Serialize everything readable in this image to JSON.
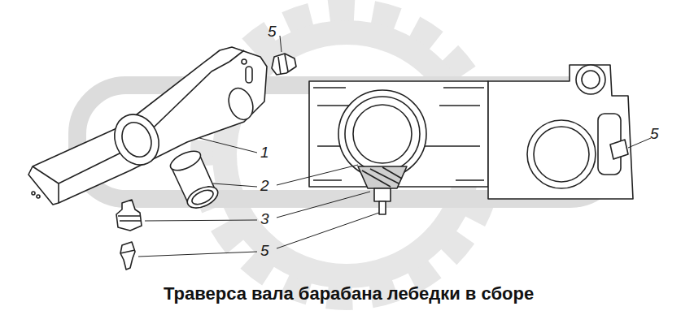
{
  "diagram": {
    "caption": "Траверса вала барабана лебедки в сборе",
    "labels": [
      "5",
      "1",
      "2",
      "3",
      "5",
      "5"
    ]
  }
}
